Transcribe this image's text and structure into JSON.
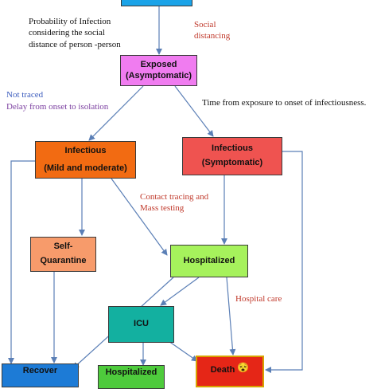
{
  "colors": {
    "top": "#1aa3e8",
    "exposed": "#f07cf0",
    "infectious_mild": "#f26b12",
    "infectious_symptomatic": "#ef5350",
    "self_quarantine": "#f79b6b",
    "hospitalized": "#a6f25c",
    "icu": "#13b0a0",
    "recover": "#1d7bd6",
    "hospitalized_bottom": "#4ecb3c",
    "death": "#e52617",
    "arrow": "#5b7fb6",
    "red_text": "#c0392b",
    "blue_text": "#3a5bbd",
    "purple_text": "#7b3fa0"
  },
  "nodes": {
    "exposed": {
      "line1": "Exposed",
      "line2": "(Asymptomatic)"
    },
    "infectious_mild": {
      "line1": "Infectious",
      "line2": "(Mild and moderate)"
    },
    "infectious_symptomatic": {
      "line1": "Infectious",
      "line2": "(Symptomatic)"
    },
    "self_quarantine": {
      "line1": "Self-",
      "line2": "Quarantine"
    },
    "hospitalized": {
      "label": "Hospitalized"
    },
    "icu": {
      "label": "ICU"
    },
    "recover": {
      "label": "Recover"
    },
    "hospitalized_bottom": {
      "label": "Hospitalized"
    },
    "death": {
      "label": "Death",
      "emoji": "😵"
    }
  },
  "notes": {
    "probability": [
      "Probability of Infection",
      "considering the social",
      "distance of person -person"
    ],
    "social_distancing": [
      "Social",
      "distancing"
    ],
    "not_traced": "Not traced",
    "delay": "Delay from onset to isolation",
    "time_exposure": "Time from exposure to onset of infectiousness.",
    "contact_tracing": [
      "Contact tracing and",
      "Mass testing"
    ],
    "hospital_care": "Hospital care"
  }
}
